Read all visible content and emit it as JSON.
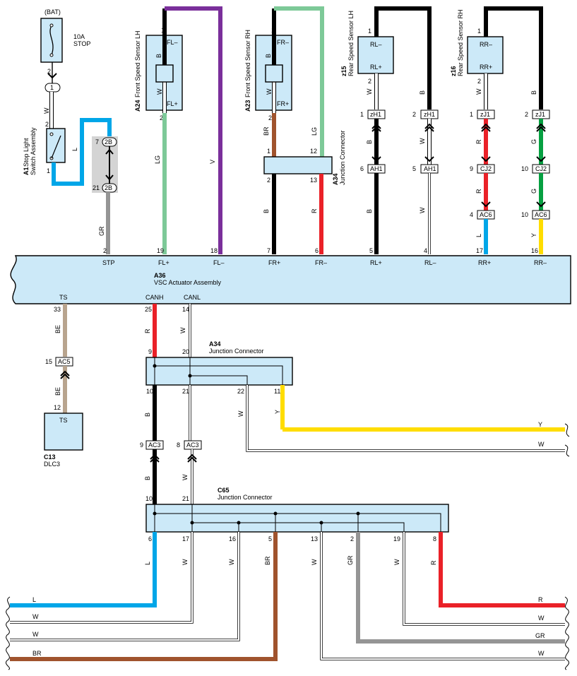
{
  "colors": {
    "W": "#ffffff",
    "B": "#000000",
    "L": "#00a6e8",
    "V": "#7a2f9b",
    "LG": "#7dc998",
    "BR": "#a0532d",
    "R": "#ea2128",
    "G": "#06a041",
    "Y": "#ffdd00",
    "GR": "#959595",
    "BE": "#b8a48e",
    "box_fill": "#cce9f8",
    "connector_bg": "#d4d4d4"
  },
  "icons": [
    "fuse-icon",
    "switch-icon",
    "sensor-coil-icon",
    "connector-arrow-icon",
    "wire-break-icon",
    "splice-dot-icon"
  ],
  "power": {
    "label": "(BAT)",
    "fuse_amp": "10A",
    "fuse_name": "STOP",
    "pin_out": "2",
    "conn_in": "1"
  },
  "a1": {
    "code": "A1",
    "name1": "Stop Light",
    "name2": "Switch Assembly",
    "pin2": "2",
    "pin1": "1",
    "wire_top": "W",
    "wire_right": "L"
  },
  "c2b": {
    "pin_top": "7",
    "tag_top": "2B",
    "pin_bot": "21",
    "tag_bot": "2B",
    "wire": "GR"
  },
  "a24": {
    "code": "A24",
    "name": "Front Speed Sensor LH",
    "term_top": "FL–",
    "term_bot": "FL+",
    "pin1": "1",
    "pin2": "2",
    "coil_top": "B",
    "coil_bot": "W",
    "wire_left": "LG",
    "wire_right": "V"
  },
  "a23": {
    "code": "A23",
    "name": "Front Speed Sensor RH",
    "term_top": "FR–",
    "term_bot": "FR+",
    "pin1": "1",
    "pin2": "2",
    "coil_top": "B",
    "coil_bot": "W",
    "wire_left": "BR",
    "wire_right": "LG"
  },
  "a34_top": {
    "code": "A34",
    "name": "Junction Connector",
    "pin_tl": "1",
    "pin_tr": "12",
    "pin_bl": "2",
    "pin_br": "13",
    "wire_left": "B",
    "wire_right": "R"
  },
  "z15": {
    "code": "z15",
    "name": "Rear Speed Sensor LH",
    "term_top": "RL–",
    "term_bot": "RL+",
    "pin1": "1",
    "pin2": "2",
    "wire_left_top": "W",
    "wire_right_top": "B",
    "tag_left": "zH1",
    "tag_left_pin": "1",
    "tag_right": "zH1",
    "tag_right_pin": "2",
    "wire_left_mid": "B",
    "wire_right_mid": "W",
    "tag2_left": "AH1",
    "tag2_left_pin": "6",
    "tag2_right": "AH1",
    "tag2_right_pin": "5",
    "wire_left_bot": "B",
    "wire_right_bot": "W"
  },
  "z16": {
    "code": "z16",
    "name": "Rear Speed Sensor RH",
    "term_top": "RR–",
    "term_bot": "RR+",
    "pin1": "1",
    "pin2": "2",
    "wire_left_top": "W",
    "wire_right_top": "B",
    "tag_left": "zJ1",
    "tag_left_pin": "1",
    "tag_right": "zJ1",
    "tag_right_pin": "2",
    "wire_left_mid": "R",
    "wire_right_mid": "G",
    "tag2_left": "CJ2",
    "tag2_left_pin": "9",
    "tag2_right": "CJ2",
    "tag2_right_pin": "10",
    "wire_left_mid2": "R",
    "wire_right_mid2": "G",
    "tag3_left": "AC6",
    "tag3_left_pin": "4",
    "tag3_right": "AC6",
    "tag3_right_pin": "10",
    "wire_left_bot": "L",
    "wire_right_bot": "Y"
  },
  "a36": {
    "code": "A36",
    "name": "VSC Actuator Assembly",
    "top_terms": [
      {
        "pin": "2",
        "term": "STP"
      },
      {
        "pin": "19",
        "term": "FL+"
      },
      {
        "pin": "18",
        "term": "FL–"
      },
      {
        "pin": "7",
        "term": "FR+"
      },
      {
        "pin": "6",
        "term": "FR–"
      },
      {
        "pin": "5",
        "term": "RL+"
      },
      {
        "pin": "4",
        "term": "RL–"
      },
      {
        "pin": "17",
        "term": "RR+"
      },
      {
        "pin": "16",
        "term": "RR–"
      }
    ],
    "bot_terms": [
      {
        "pin": "33",
        "term": "TS"
      },
      {
        "pin": "25",
        "term": "CANH"
      },
      {
        "pin": "14",
        "term": "CANL"
      }
    ]
  },
  "ts_line": {
    "wire1": "BE",
    "tag": "AC5",
    "tag_pin": "15",
    "wire2": "BE",
    "pin_bot": "12"
  },
  "c13": {
    "code": "C13",
    "name": "DLC3",
    "term": "TS"
  },
  "a34_mid": {
    "code": "A34",
    "name": "Junction Connector",
    "pin_tl": "9",
    "pin_tr": "20",
    "pin_b1": "10",
    "pin_b2": "21",
    "pin_b3": "22",
    "pin_b4": "11",
    "wire_canh": "R",
    "wire_canl": "W",
    "wire_b1": "B",
    "wire_b3": "W",
    "wire_b4": "Y"
  },
  "ac3": {
    "tag_l": "AC3",
    "pin_l": "9",
    "tag_r": "AC3",
    "pin_r": "8",
    "wire_l": "B",
    "wire_r": "W"
  },
  "c65": {
    "code": "C65",
    "name": "Junction Connector",
    "pin_tl": "10",
    "pin_tr": "21",
    "bottom_pins": [
      {
        "pin": "6",
        "wire": "L"
      },
      {
        "pin": "17",
        "wire": "W"
      },
      {
        "pin": "16",
        "wire": "W"
      },
      {
        "pin": "5",
        "wire": "BR"
      },
      {
        "pin": "13",
        "wire": "W"
      },
      {
        "pin": "2",
        "wire": "GR"
      },
      {
        "pin": "19",
        "wire": "W"
      },
      {
        "pin": "8",
        "wire": "R"
      }
    ]
  },
  "right_bus": [
    {
      "wire": "Y"
    },
    {
      "wire": "W"
    }
  ],
  "left_outputs": [
    {
      "wire": "L"
    },
    {
      "wire": "W"
    },
    {
      "wire": "W"
    },
    {
      "wire": "BR"
    }
  ],
  "right_outputs": [
    {
      "wire": "R"
    },
    {
      "wire": "W"
    },
    {
      "wire": "GR"
    },
    {
      "wire": "W"
    }
  ]
}
